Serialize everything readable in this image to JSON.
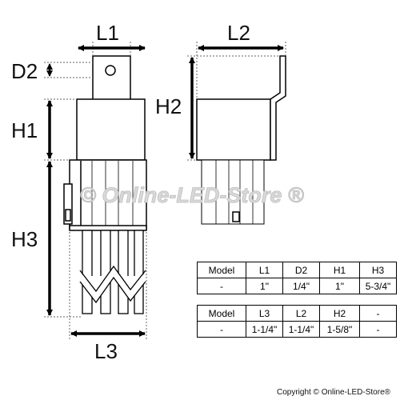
{
  "labels": {
    "l1": "L1",
    "l2": "L2",
    "d2": "D2",
    "h1": "H1",
    "h2": "H2",
    "h3": "H3",
    "l3": "L3"
  },
  "watermark": "© Online-LED-Store ®",
  "tables": [
    {
      "header": [
        "Model",
        "L1",
        "D2",
        "H1",
        "H3"
      ],
      "row": [
        "-",
        "1\"",
        "1/4\"",
        "1\"",
        "5-3/4\""
      ]
    },
    {
      "header": [
        "Model",
        "L3",
        "L2",
        "H2",
        "-"
      ],
      "row": [
        "-",
        "1-1/4\"",
        "1-1/4\"",
        "1-5/8\"",
        "-"
      ]
    }
  ],
  "copyright": "Copyright © Online-LED-Store®"
}
